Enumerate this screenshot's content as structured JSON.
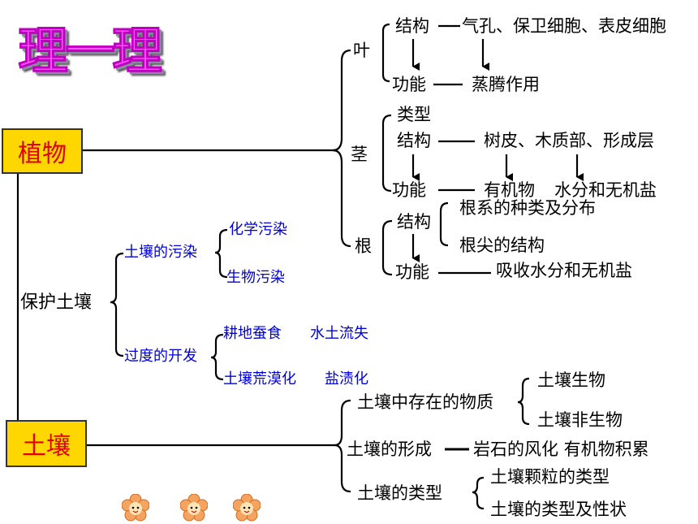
{
  "title": "理一理",
  "plant": {
    "label": "植物",
    "leaf": {
      "label": "叶",
      "structure_label": "结构",
      "structure_detail": "气孔、保卫细胞、表皮细胞",
      "function_label": "功能",
      "function_detail": "蒸腾作用"
    },
    "stem": {
      "label": "茎",
      "type_label": "类型",
      "structure_label": "结构",
      "structure_detail": "树皮、木质部、形成层",
      "function_label": "功能",
      "function_detail_1": "有机物",
      "function_detail_2": "水分和无机盐"
    },
    "root": {
      "label": "根",
      "structure_label": "结构",
      "structure_detail_1": "根系的种类及分布",
      "structure_detail_2": "根尖的结构",
      "function_label": "功能",
      "function_detail": "吸收水分和无机盐"
    }
  },
  "protect": {
    "label": "保护土壤",
    "pollution": {
      "label": "土壤的污染",
      "items": [
        "化学污染",
        "生物污染"
      ]
    },
    "overuse": {
      "label": "过度的开发",
      "items": [
        "耕地蚕食",
        "水土流失",
        "土壤荒漠化",
        "盐渍化"
      ]
    }
  },
  "soil": {
    "label": "土壤",
    "substances": {
      "label": "土壤中存在的物质",
      "items": [
        "土壤生物",
        "土壤非生物"
      ]
    },
    "formation": {
      "label": "土壤的形成",
      "detail": "岩石的风化 有机物积累"
    },
    "types": {
      "label": "土壤的类型",
      "items": [
        "土壤颗粒的类型",
        "土壤的类型及性状"
      ]
    }
  },
  "colors": {
    "box_fill": "#ffd700",
    "box_text": "#e00000",
    "title_fill": "#ff55ff",
    "blue_text": "#0000dd",
    "flower": "#f4a460"
  }
}
